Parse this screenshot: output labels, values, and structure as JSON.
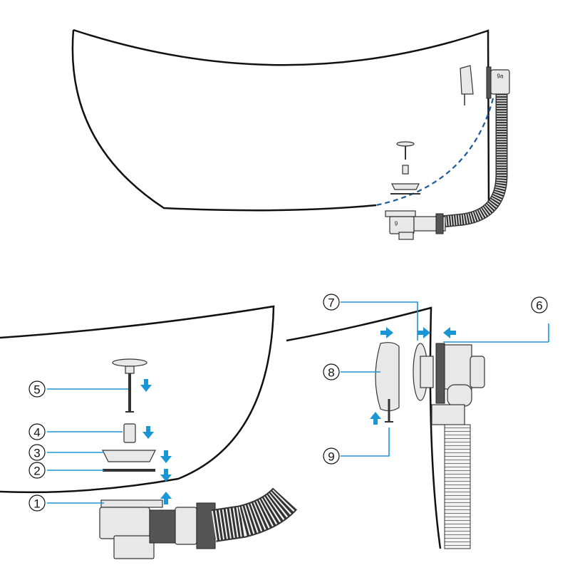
{
  "accent_color": "#1a95d6",
  "overview": {
    "inline_labels": [
      "9a",
      "9"
    ]
  },
  "callouts": [
    "1",
    "2",
    "3",
    "4",
    "5",
    "6",
    "7",
    "8",
    "9"
  ]
}
